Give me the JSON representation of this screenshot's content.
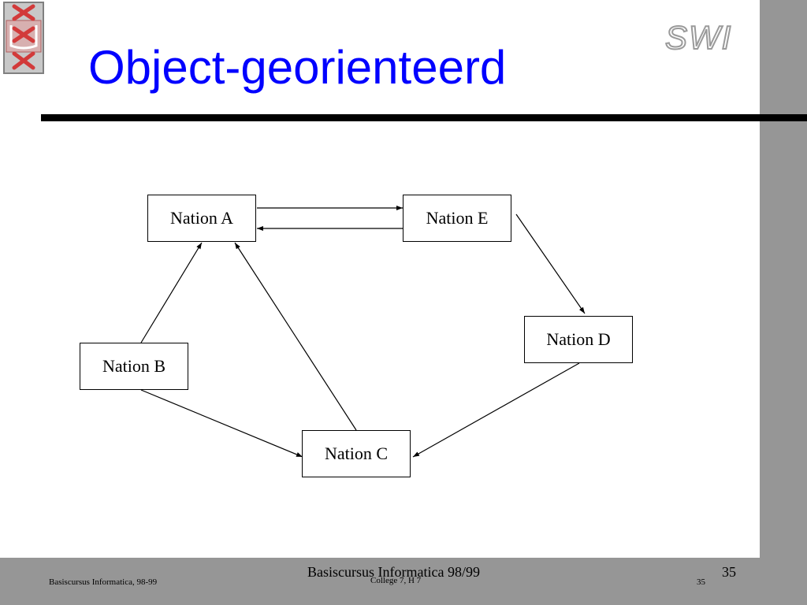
{
  "slide": {
    "title": "Object-georienteerd",
    "colors": {
      "title": "#0000ff",
      "sidebar": "#969696",
      "rule": "#000000"
    }
  },
  "logos": {
    "left": "uva-crest-icon",
    "right": "swi-logo-icon",
    "right_text": "SWI"
  },
  "diagram": {
    "nodes": [
      {
        "id": "A",
        "label": "Nation A"
      },
      {
        "id": "E",
        "label": "Nation E"
      },
      {
        "id": "D",
        "label": "Nation D"
      },
      {
        "id": "B",
        "label": "Nation B"
      },
      {
        "id": "C",
        "label": "Nation C"
      }
    ],
    "edges": [
      {
        "from": "A",
        "to": "E"
      },
      {
        "from": "E",
        "to": "A"
      },
      {
        "from": "E",
        "to": "D"
      },
      {
        "from": "D",
        "to": "C"
      },
      {
        "from": "B",
        "to": "A"
      },
      {
        "from": "B",
        "to": "C"
      },
      {
        "from": "C",
        "to": "A"
      }
    ]
  },
  "footer": {
    "title": "Basiscursus Informatica 98/99",
    "page_number": "35",
    "left_small": "Basiscursus Informatica, 98-99",
    "center_small": "College 7, H 7",
    "right_small": "35"
  }
}
